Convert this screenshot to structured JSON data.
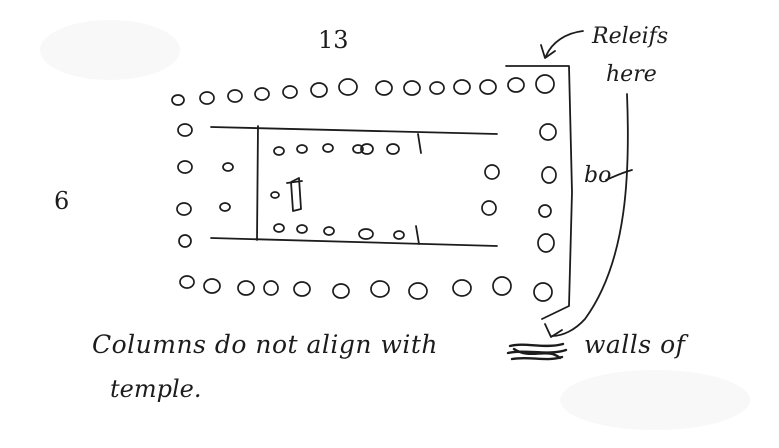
{
  "sketch": {
    "top_count": "13",
    "side_count": "6",
    "reliefs_label_line1": "Releifs",
    "reliefs_label_line2": "here",
    "side_mark": "bo",
    "note_line1": "Columns do not align with",
    "note_line1_end": "walls of",
    "note_line2": "temple."
  }
}
